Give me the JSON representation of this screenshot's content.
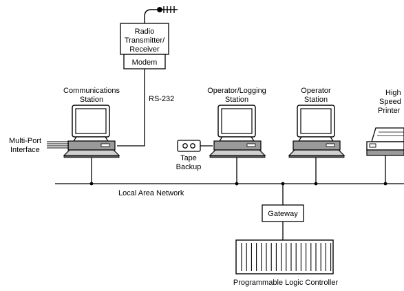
{
  "radio_box": {
    "lines": [
      "Radio",
      "Transmitter/",
      "Receiver"
    ]
  },
  "modem_label": "Modem",
  "rs232_label": "RS-232",
  "comm_station": {
    "lines": [
      "Communications",
      "Station"
    ]
  },
  "multiport": {
    "lines": [
      "Multi-Port",
      "Interface"
    ]
  },
  "oplog_station": {
    "lines": [
      "Operator/Logging",
      "Station"
    ]
  },
  "operator_station": {
    "lines": [
      "Operator",
      "Station"
    ]
  },
  "printer": {
    "lines": [
      "High",
      "Speed",
      "Printer"
    ]
  },
  "tape": {
    "lines": [
      "Tape",
      "Backup"
    ]
  },
  "lan_label": "Local Area Network",
  "gateway_label": "Gateway",
  "plc_label": "Programmable Logic Controller"
}
